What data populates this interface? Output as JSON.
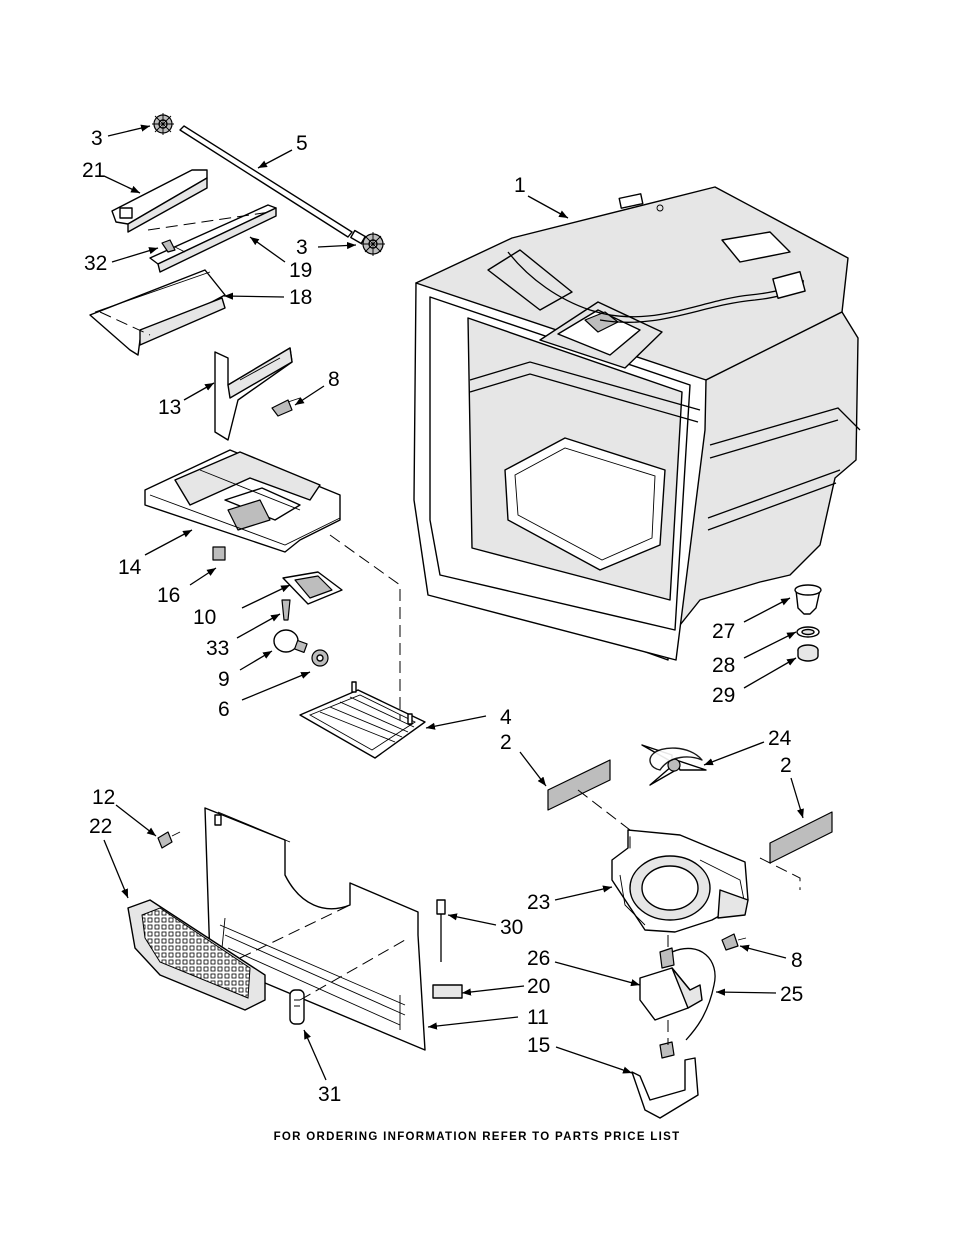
{
  "diagram": {
    "footer": "FOR ORDERING INFORMATION REFER TO PARTS PRICE LIST",
    "callouts": [
      {
        "id": "c1",
        "label": "1"
      },
      {
        "id": "c2a",
        "label": "2"
      },
      {
        "id": "c2b",
        "label": "2"
      },
      {
        "id": "c3a",
        "label": "3"
      },
      {
        "id": "c3b",
        "label": "3"
      },
      {
        "id": "c4",
        "label": "4"
      },
      {
        "id": "c5",
        "label": "5"
      },
      {
        "id": "c6",
        "label": "6"
      },
      {
        "id": "c8a",
        "label": "8"
      },
      {
        "id": "c8b",
        "label": "8"
      },
      {
        "id": "c9",
        "label": "9"
      },
      {
        "id": "c10",
        "label": "10"
      },
      {
        "id": "c11",
        "label": "11"
      },
      {
        "id": "c12",
        "label": "12"
      },
      {
        "id": "c13",
        "label": "13"
      },
      {
        "id": "c14",
        "label": "14"
      },
      {
        "id": "c15",
        "label": "15"
      },
      {
        "id": "c16",
        "label": "16"
      },
      {
        "id": "c18",
        "label": "18"
      },
      {
        "id": "c19",
        "label": "19"
      },
      {
        "id": "c20",
        "label": "20"
      },
      {
        "id": "c21",
        "label": "21"
      },
      {
        "id": "c22",
        "label": "22"
      },
      {
        "id": "c23",
        "label": "23"
      },
      {
        "id": "c24",
        "label": "24"
      },
      {
        "id": "c25",
        "label": "25"
      },
      {
        "id": "c26",
        "label": "26"
      },
      {
        "id": "c27",
        "label": "27"
      },
      {
        "id": "c28",
        "label": "28"
      },
      {
        "id": "c29",
        "label": "29"
      },
      {
        "id": "c30",
        "label": "30"
      },
      {
        "id": "c31",
        "label": "31"
      },
      {
        "id": "c32",
        "label": "32"
      },
      {
        "id": "c33",
        "label": "33"
      }
    ]
  }
}
